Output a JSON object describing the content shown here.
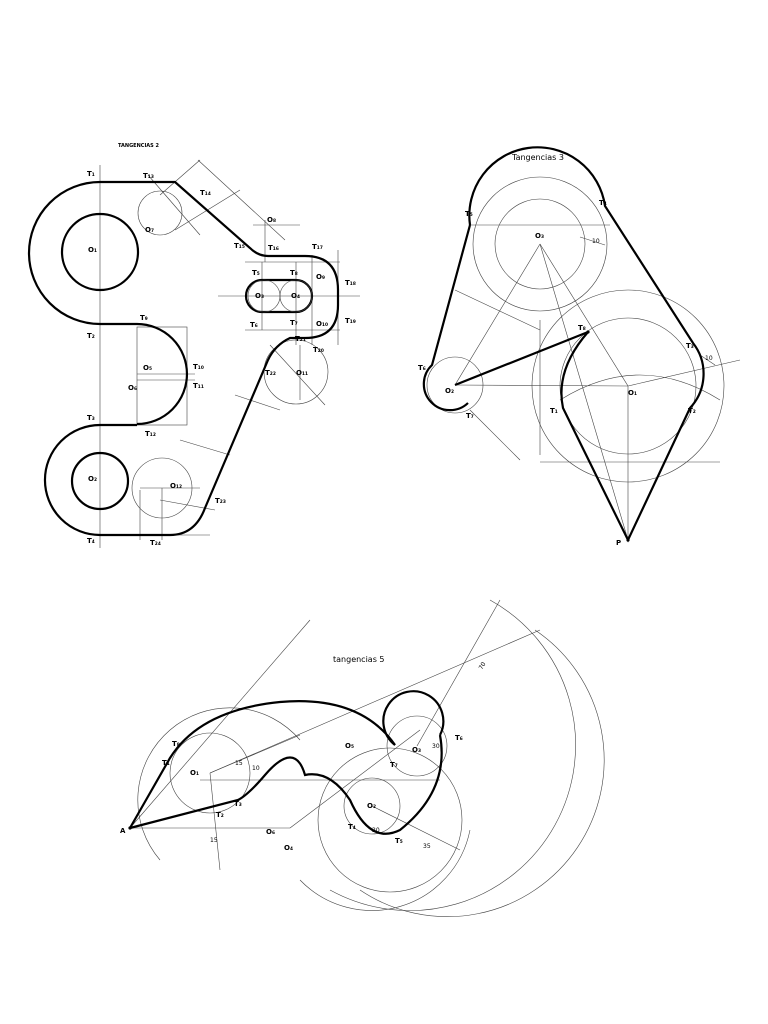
{
  "drawing1": {
    "title": "TANGENCIAS 2",
    "labels": {
      "t1": "T₁",
      "t2": "T₂",
      "t3": "T₃",
      "t4": "T₄",
      "o1": "O₁",
      "o2": "O₂",
      "o3": "O₃",
      "o4": "O₄",
      "o5": "O₅",
      "o6": "O₆",
      "o7": "O₇",
      "o8": "O₈",
      "o9": "O₉",
      "o10": "O₁₀",
      "o11": "O₁₁",
      "o12": "O₁₂",
      "t5": "T₅",
      "t6": "T₆",
      "t7": "T₇",
      "t8": "T₈",
      "t9": "T₉",
      "t10": "T₁₀",
      "t11": "T₁₁",
      "t12": "T₁₂",
      "t13": "T₁₃",
      "t14": "T₁₄",
      "t15": "T₁₅",
      "t16": "T₁₆",
      "t17": "T₁₇",
      "t18": "T₁₈",
      "t19": "T₁₉",
      "t20": "T₂₀",
      "t21": "T₂₁",
      "t22": "T₂₂",
      "t23": "T₂₃",
      "t24": "T₂₄"
    }
  },
  "drawing2": {
    "title": "Tangencias 3",
    "labels": {
      "t1": "T₁",
      "t2": "T₂",
      "t3": "T₃",
      "t4": "T₄",
      "t5": "T₅",
      "t6": "T₆",
      "t7": "T₇",
      "t8": "T₈",
      "o1": "O₁",
      "o2": "O₂",
      "o3": "O₃",
      "p": "P"
    },
    "dims": {
      "d1": "10",
      "d2": "10"
    }
  },
  "drawing3": {
    "title": "tangencias 5",
    "labels": {
      "a": "A",
      "o1": "O₁",
      "o2": "O₂",
      "o3": "O₃",
      "o4": "O₄",
      "o5": "O₅",
      "o6": "O₆",
      "t1": "T₁",
      "t2": "T₂",
      "t3": "T₃",
      "t4": "T₄",
      "t5": "T₅",
      "t6": "T₆",
      "t7": "T₇",
      "t8": "T₈"
    },
    "dims": {
      "r70": "70",
      "r15a": "15",
      "r15b": "15",
      "r20": "20",
      "r30": "30",
      "r35": "35",
      "r10": "10"
    }
  }
}
